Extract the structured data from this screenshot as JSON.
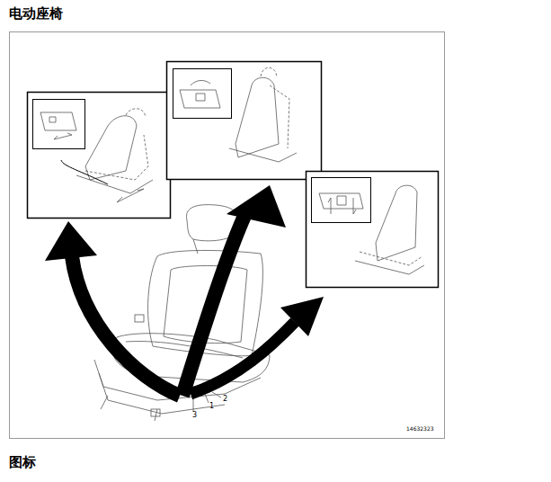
{
  "diagram": {
    "title": "电动座椅",
    "labels": [
      "1",
      "2",
      "3",
      "14632323",
      "图标"
    ]
  }
}
